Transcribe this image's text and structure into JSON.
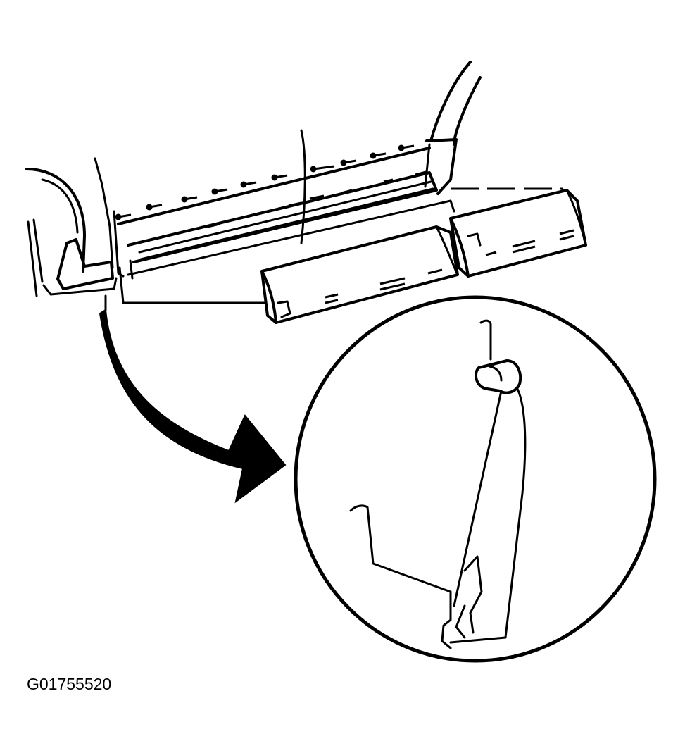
{
  "figure_id": "G01755520",
  "colors": {
    "ink": "#000000",
    "background": "#ffffff"
  },
  "components": {
    "rocker_molding_panels": 2,
    "detail_view": "magnified-clip-detail",
    "callout": "curved-arrow-to-detail"
  }
}
